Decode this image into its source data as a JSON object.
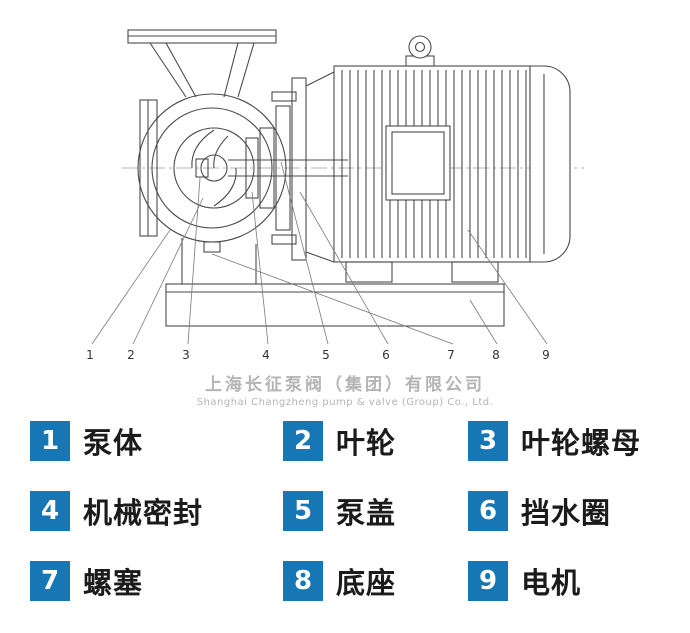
{
  "watermark": {
    "line1": "上海长征泵阀（集团）有限公司",
    "line2": "Shanghai Changzheng pump & valve (Group) Co., Ltd."
  },
  "diagram": {
    "callouts": [
      "1",
      "2",
      "3",
      "4",
      "5",
      "6",
      "7",
      "8",
      "9"
    ]
  },
  "legend": {
    "accent": "#1677b4",
    "items": [
      {
        "num": "1",
        "label": "泵体"
      },
      {
        "num": "2",
        "label": "叶轮"
      },
      {
        "num": "3",
        "label": "叶轮螺母"
      },
      {
        "num": "4",
        "label": "机械密封"
      },
      {
        "num": "5",
        "label": "泵盖"
      },
      {
        "num": "6",
        "label": "挡水圈"
      },
      {
        "num": "7",
        "label": "螺塞"
      },
      {
        "num": "8",
        "label": "底座"
      },
      {
        "num": "9",
        "label": "电机"
      }
    ]
  }
}
